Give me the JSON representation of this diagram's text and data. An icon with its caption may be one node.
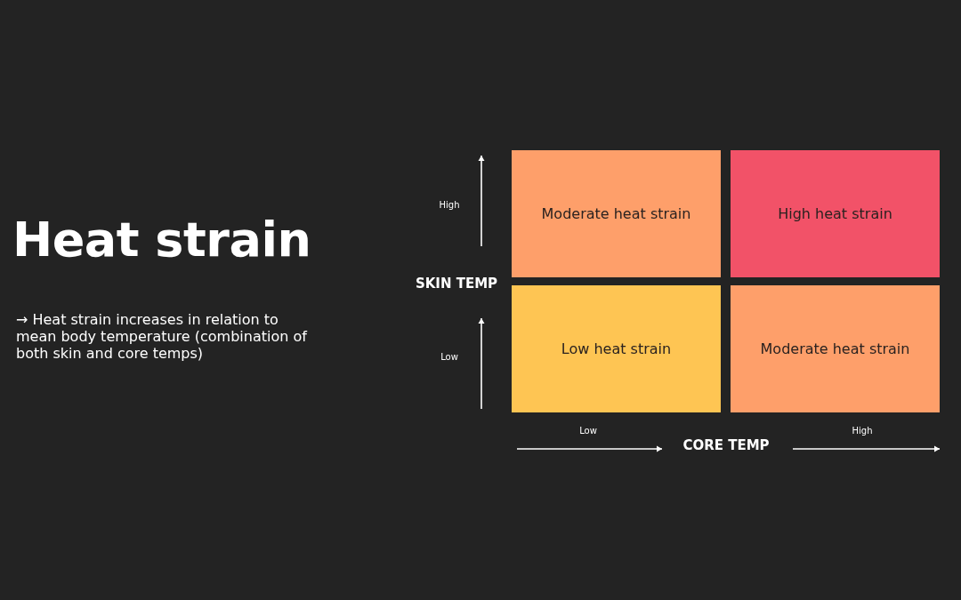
{
  "diagram": {
    "title": "Heat strain",
    "nodes": [
      {
        "text": [
          "Moderate heat strain"
        ]
      },
      {
        "text": [
          "High heat strain"
        ]
      },
      {
        "text": [
          "Low heat strain"
        ]
      },
      {
        "text": [
          "Moderate heat strain"
        ]
      }
    ],
    "labels": [
      "→ Heat strain increases in relation to mean body temperature (combination of both skin and core temps)",
      "High",
      "SKIN TEMP",
      "Low",
      "Low",
      "CORE TEMP",
      "High"
    ]
  }
}
